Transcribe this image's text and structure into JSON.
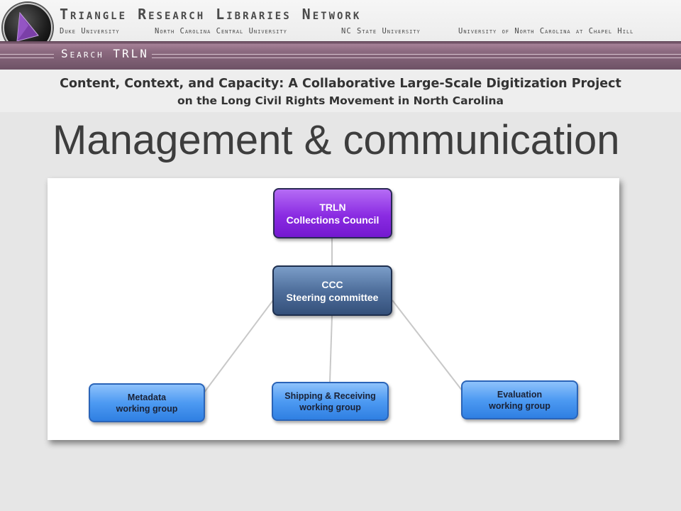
{
  "header": {
    "org_name": "Triangle Research Libraries Network",
    "universities": [
      "Duke University",
      "North Carolina Central University",
      "NC State University",
      "University of North Carolina at Chapel Hill"
    ],
    "search_label": "Search TRLN"
  },
  "project": {
    "title_line1": "Content, Context, and Capacity: A Collaborative Large-Scale Digitization Project",
    "title_line2": "on the Long Civil Rights Movement in North Carolina"
  },
  "slide": {
    "title": "Management & communication"
  },
  "diagram": {
    "nodes": {
      "trln": {
        "line1": "TRLN",
        "line2": "Collections Council"
      },
      "ccc": {
        "line1": "CCC",
        "line2": "Steering committee"
      },
      "metadata": {
        "line1": "Metadata",
        "line2": "working group"
      },
      "shipping": {
        "line1": "Shipping & Receiving",
        "line2": "working group"
      },
      "evaluation": {
        "line1": "Evaluation",
        "line2": "working group"
      }
    },
    "edges": [
      [
        "trln",
        "ccc"
      ],
      [
        "ccc",
        "metadata"
      ],
      [
        "ccc",
        "shipping"
      ],
      [
        "ccc",
        "evaluation"
      ]
    ],
    "colors": {
      "council": "#8a2be2",
      "steering": "#4f6f9c",
      "working_group": "#4d9af2",
      "connector": "#c8c8c8"
    }
  }
}
